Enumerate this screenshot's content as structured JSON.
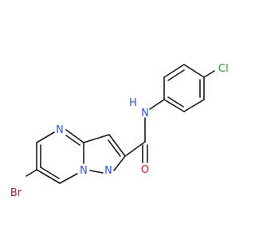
{
  "atoms": {
    "br": {
      "text": "Br",
      "color": "#a52a2a"
    },
    "n_pyrimidine": {
      "text": "N",
      "color": "#3050f8"
    },
    "n_bridge": {
      "text": "N",
      "color": "#3050f8"
    },
    "n_pyrazole": {
      "text": "N",
      "color": "#3050f8"
    },
    "o": {
      "text": "O",
      "color": "#ff0d0d"
    },
    "nh_n": {
      "text": "N",
      "color": "#3050f8"
    },
    "nh_h": {
      "text": "H",
      "color": "#3050f8"
    },
    "cl": {
      "text": "Cl",
      "color": "#1fa01f"
    }
  },
  "bond_color": "#1a1a1a"
}
